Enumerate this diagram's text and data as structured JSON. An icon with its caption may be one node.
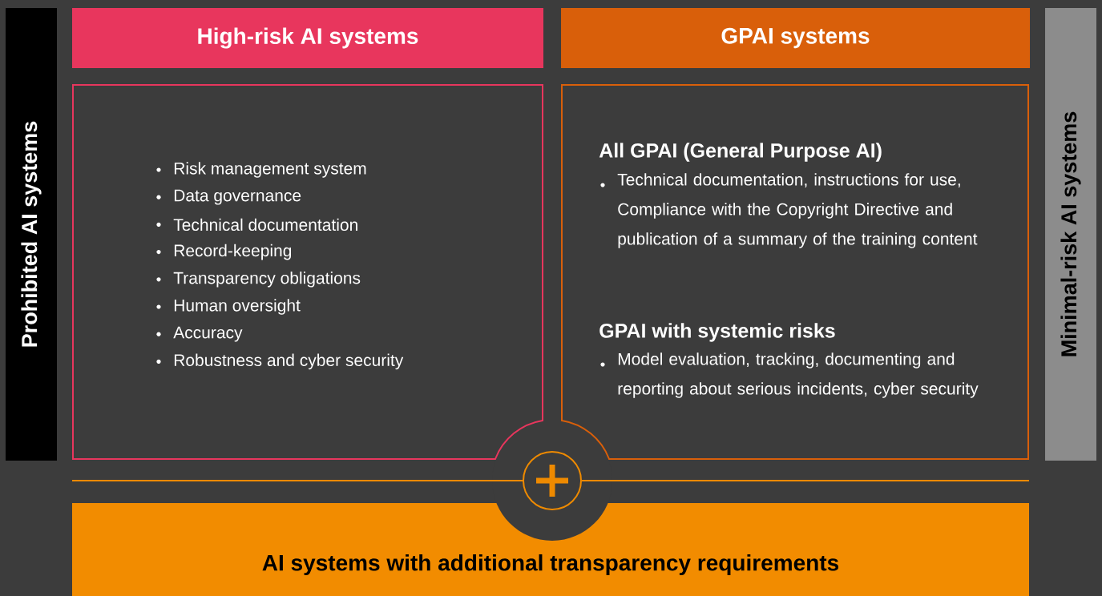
{
  "diagram": {
    "nodes": [
      {
        "text": [
          "Prohibited AI systems"
        ]
      },
      {
        "text": [
          "High-risk AI systems"
        ]
      },
      {
        "text": [
          "Risk management system",
          "Data governance",
          "Technical documentation",
          "Record-keeping",
          "Transparency obligations",
          "Human oversight",
          "Accuracy",
          "Robustness and cyber security"
        ]
      },
      {
        "text": [
          "GPAI systems"
        ]
      },
      {
        "text": [
          "All GPAI (General Purpose AI)",
          "Technical documentation, instructions for use, Compliance with the Copyright Directive and publication of a summary of the training content",
          "GPAI with systemic risks",
          "Model evaluation, tracking, documenting and reporting about serious incidents, cyber security"
        ]
      },
      {
        "text": [
          "Minimal-risk AI systems"
        ]
      },
      {
        "text": [
          "AI systems with additional transparency requirements"
        ]
      }
    ]
  }
}
